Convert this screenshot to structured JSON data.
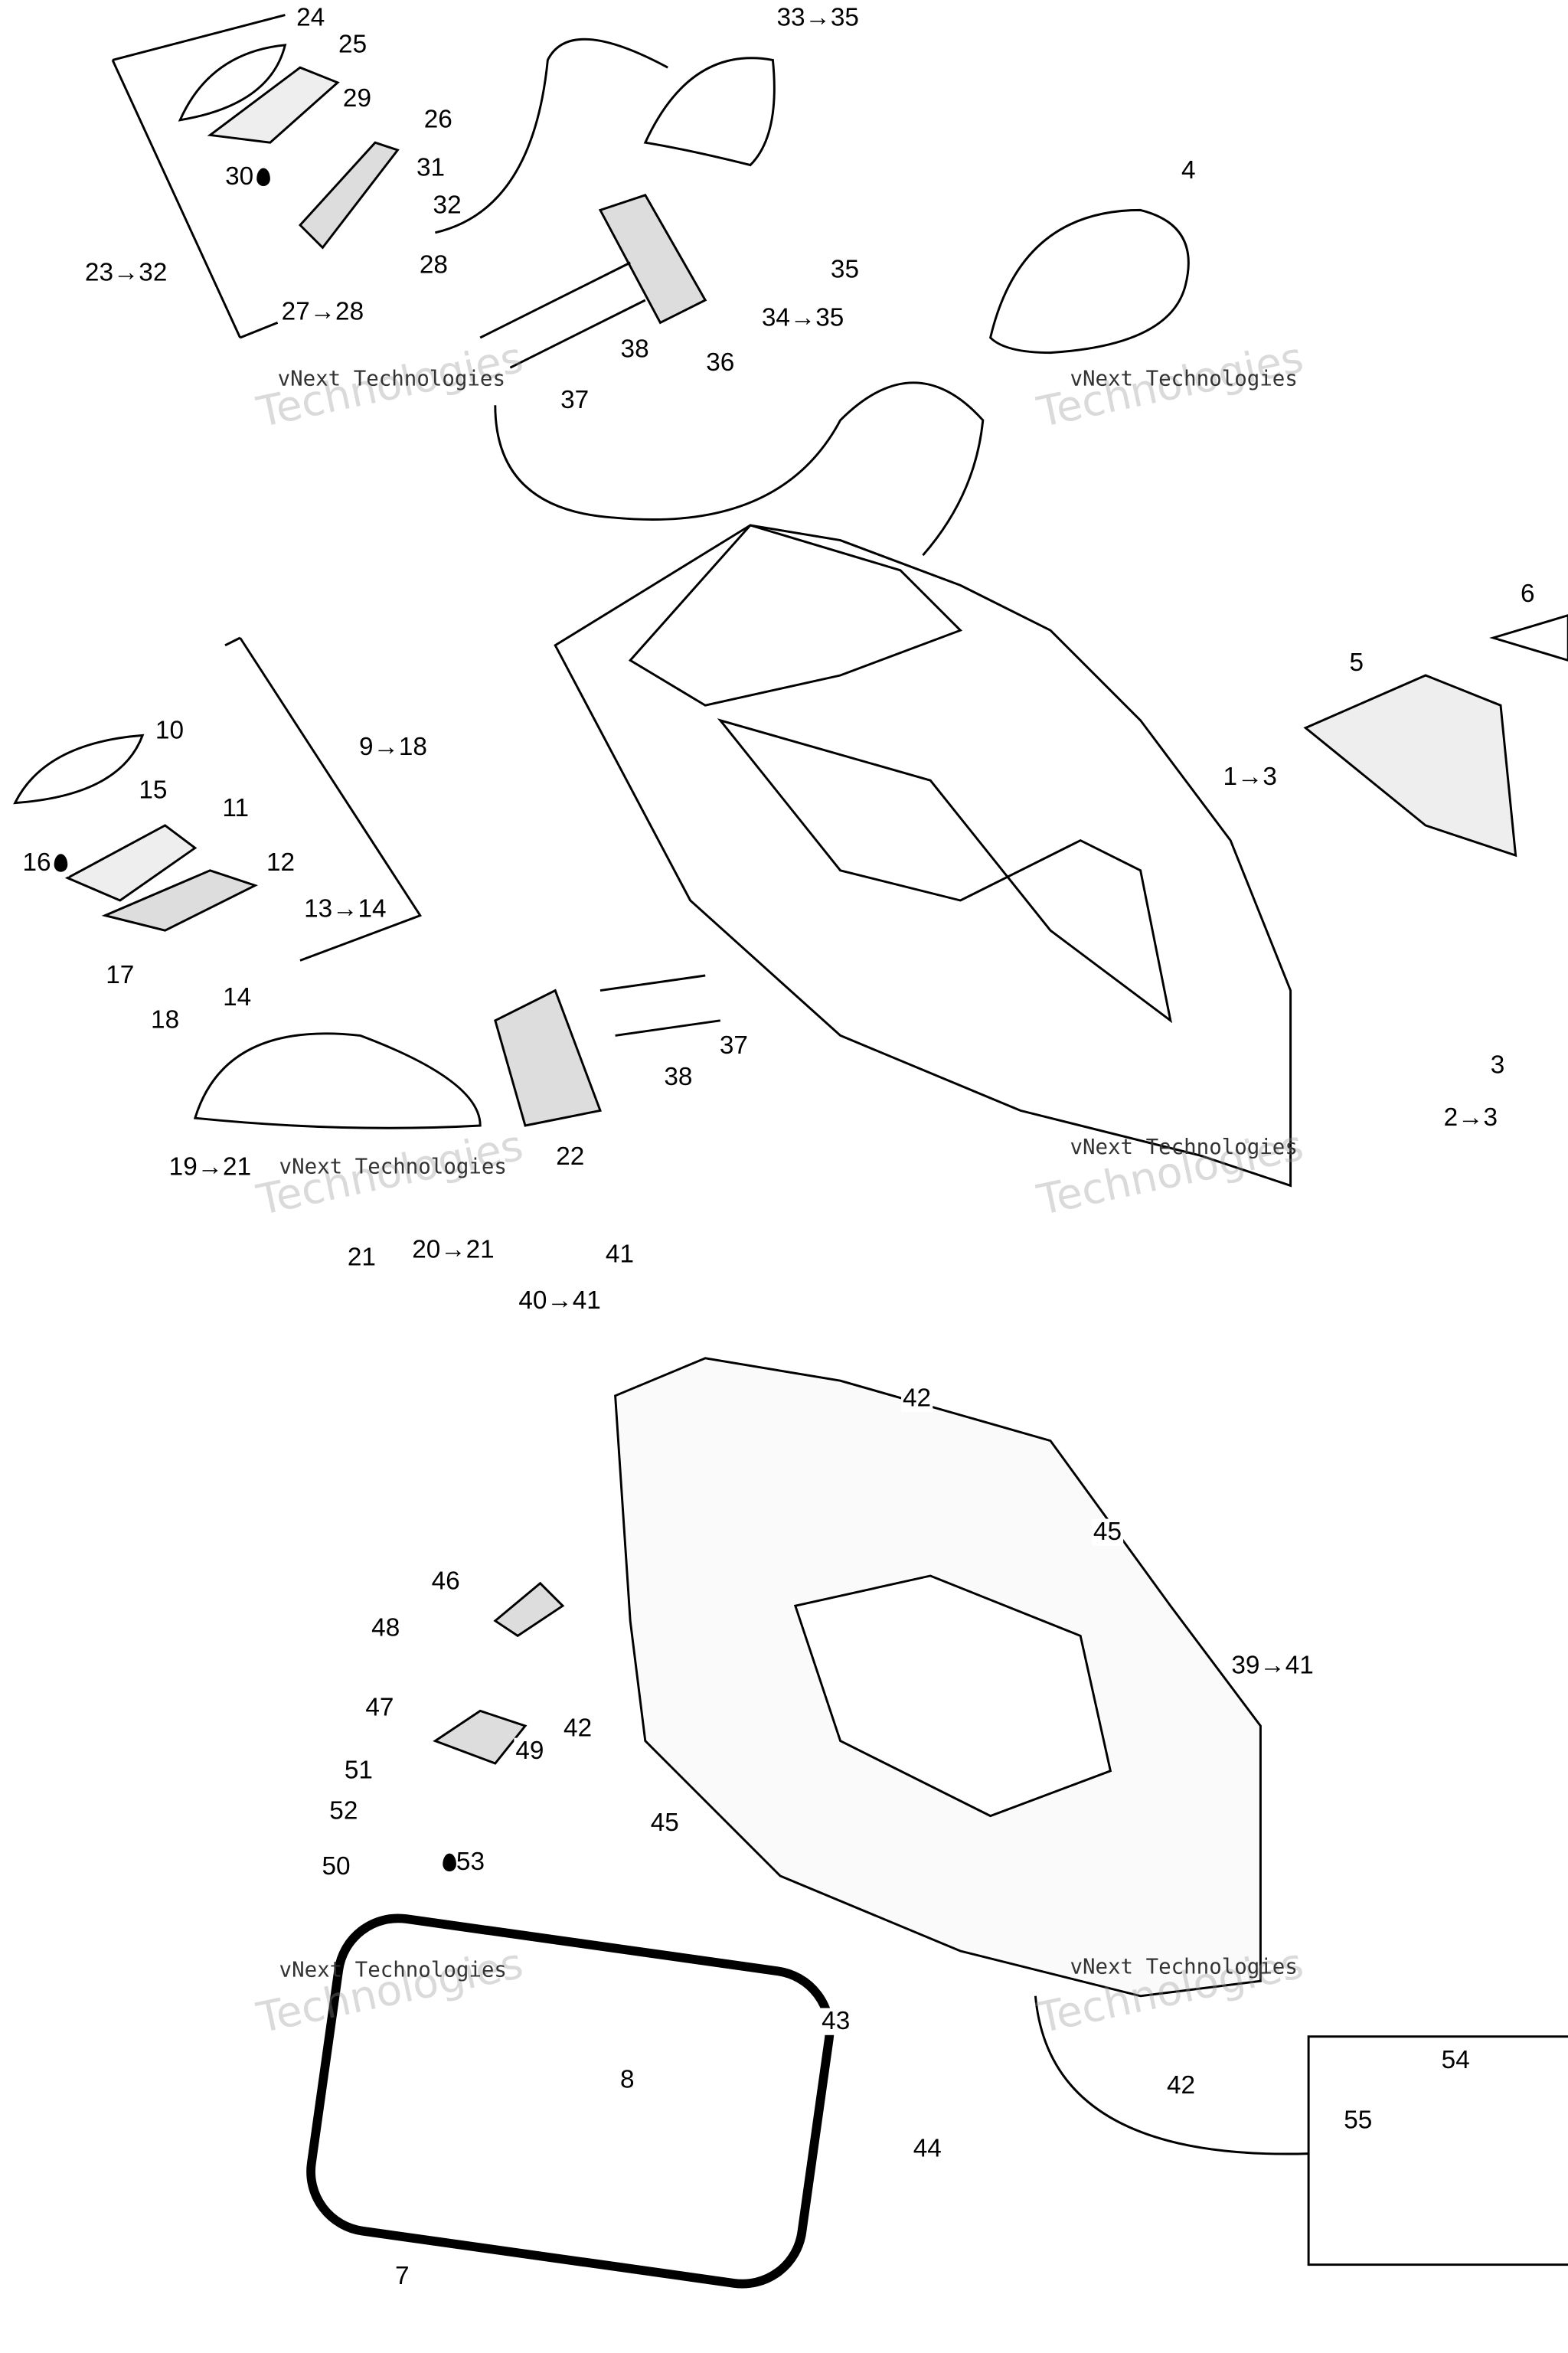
{
  "watermark": {
    "line1": "vNext",
    "line2": "Technologies",
    "caption": "vNext Technologies"
  },
  "labels": [
    "24",
    "25",
    "29",
    "26",
    "30",
    "31",
    "32",
    "23→32",
    "28",
    "27→28",
    "33→35",
    "35",
    "34→35",
    "38",
    "36",
    "37",
    "4",
    "6",
    "5",
    "1→3",
    "10",
    "9→18",
    "15",
    "11",
    "16",
    "12",
    "13→14",
    "17",
    "14",
    "18",
    "37",
    "38",
    "3",
    "2→3",
    "19→21",
    "22",
    "21",
    "20→21",
    "41",
    "40→41",
    "42",
    "45",
    "46",
    "48",
    "39→41",
    "42",
    "47",
    "49",
    "51",
    "52",
    "50",
    "53",
    "45",
    "43",
    "42",
    "8",
    "44",
    "7",
    "54",
    "55"
  ],
  "drop_icon": "oil-drop-icon"
}
